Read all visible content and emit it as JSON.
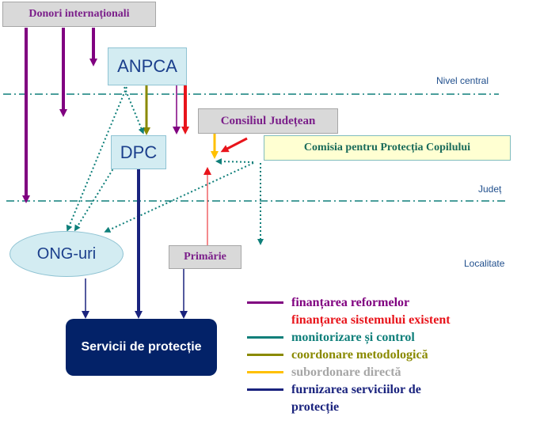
{
  "nodes": {
    "donori": "Donori internaționali",
    "anpca": "ANPCA",
    "consiliul": "Consiliul Județean",
    "comisia": "Comisia pentru Protecția Copilului",
    "dpc": "DPC",
    "ong": "ONG-uri",
    "primarie": "Primărie",
    "servicii": "Servicii de protecție"
  },
  "levels": {
    "central": "Nivel central",
    "judet": "Județ",
    "localitate": "Localitate"
  },
  "legend": [
    {
      "label": "finanțarea reformelor",
      "color": "#800080"
    },
    {
      "label": "finanțarea sistemului existent",
      "color": "#e8141b"
    },
    {
      "label": "monitorizare și control",
      "color": "#0f7f7a"
    },
    {
      "label": "coordonare metodologică",
      "color": "#8a8a00"
    },
    {
      "label": "subordonare directă",
      "color": "#ffc000"
    },
    {
      "label": "furnizarea serviciilor de",
      "color": "#1a237e"
    },
    {
      "label": "protecție",
      "color": "#1a237e"
    }
  ]
}
